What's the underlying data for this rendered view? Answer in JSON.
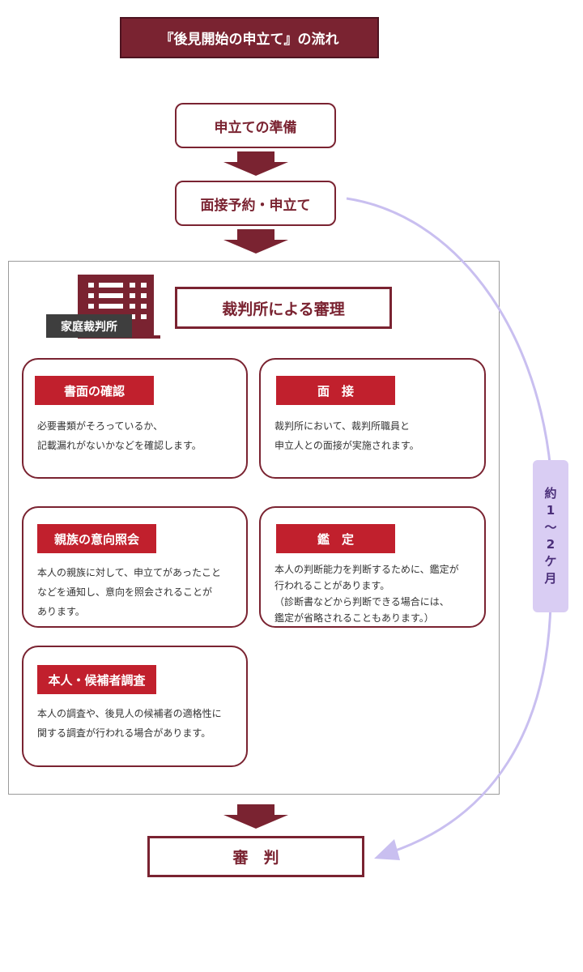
{
  "title": "『後見開始の申立て』の流れ",
  "steps": {
    "prepare": "申立ての準備",
    "apply": "面接予約・申立て",
    "final": "審　判"
  },
  "court": {
    "label": "家庭裁判所",
    "review_title": "裁判所による審理"
  },
  "cards": [
    {
      "heading": "書面の確認",
      "lines": [
        "必要書類がそろっているか、",
        "記載漏れがないかなどを確認します。"
      ]
    },
    {
      "heading": "面　接",
      "lines": [
        "裁判所において、裁判所職員と",
        "申立人との面接が実施されます。"
      ]
    },
    {
      "heading": "親族の意向照会",
      "lines": [
        "本人の親族に対して、申立てがあったこと",
        "などを通知し、意向を照会されることが",
        "あります。"
      ]
    },
    {
      "heading": "鑑　定",
      "lines": [
        "本人の判断能力を判断するために、鑑定が",
        "行われることがあります。",
        "（診断書などから判断できる場合には、",
        "鑑定が省略されることもあります。）"
      ]
    },
    {
      "heading": "本人・候補者調査",
      "lines": [
        "本人の調査や、後見人の候補者の適格性に",
        "関する調査が行われる場合があります。"
      ]
    }
  ],
  "duration": {
    "chars": [
      "約",
      "1",
      "～",
      "2",
      "ケ",
      "月"
    ]
  },
  "colors": {
    "primary": "#7a2331",
    "accent": "#c1202d",
    "duration_bg": "#d9cdf3",
    "curve": "#c9bff0"
  }
}
